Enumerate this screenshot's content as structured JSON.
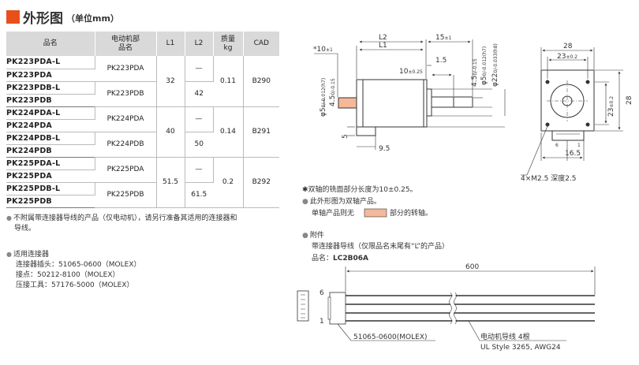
{
  "header": {
    "title": "外形图",
    "subtitle": "（单位mm）"
  },
  "table": {
    "headers": [
      "品名",
      "电动机部品名",
      "L1",
      "L2",
      "质量kg",
      "CAD"
    ],
    "header_lines": {
      "motor_part_1": "电动机部",
      "motor_part_2": "品名",
      "mass_1": "质量",
      "mass_2": "kg"
    },
    "rows": [
      {
        "pn": "PK223PDA-L",
        "motor": "PK223PDA",
        "l1": "32",
        "l2": "—",
        "mass": "0.11",
        "cad": "B290"
      },
      {
        "pn": "PK223PDA"
      },
      {
        "pn": "PK223PDB-L",
        "motor": "PK223PDB",
        "l2": "42"
      },
      {
        "pn": "PK223PDB"
      },
      {
        "pn": "PK224PDA-L",
        "motor": "PK224PDA",
        "l1": "40",
        "l2": "—",
        "mass": "0.14",
        "cad": "B291"
      },
      {
        "pn": "PK224PDA"
      },
      {
        "pn": "PK224PDB-L",
        "motor": "PK224PDB",
        "l2": "50"
      },
      {
        "pn": "PK224PDB"
      },
      {
        "pn": "PK225PDA-L",
        "motor": "PK225PDA",
        "l1": "51.5",
        "l2": "—",
        "mass": "0.2",
        "cad": "B292"
      },
      {
        "pn": "PK225PDA"
      },
      {
        "pn": "PK225PDB-L",
        "motor": "PK225PDB",
        "l2": "61.5"
      },
      {
        "pn": "PK225PDB"
      }
    ]
  },
  "notes": {
    "note1_line1": "不附属带连接器导线的产品（仅电动机），请另行准备其适用的连接器和",
    "note1_line2": "导线。",
    "connector_title": "适用连接器",
    "connector_housing": "连接器插头：51065-0600（MOLEX）",
    "connector_contact": "接点：50212-8100（MOLEX）",
    "connector_tool": "压接工具：57176-5000（MOLEX）"
  },
  "drawing": {
    "dims": {
      "l2": "L2",
      "l1": "L1",
      "d15": "15",
      "d15_tol": "±1",
      "d10_star": "*10",
      "d10_star_tol": "±1",
      "d1_5": "1.5",
      "d10": "10",
      "d10_tol": "±0.25",
      "d5": "5",
      "d9_5": "9.5",
      "phi5_a": "φ5",
      "phi5_a_tol": "0/-0.012(h7)",
      "d4_5": "4.5",
      "d4_5_tol": "0/-0.15",
      "phi22": "φ22",
      "phi22_tol": "0/-0.033(h8)",
      "d28_top": "28",
      "d23_top": "23",
      "d23_tol": "±0.2",
      "d28_side": "28",
      "d16_5": "16.5",
      "pin6": "6",
      "pin1": "1",
      "screw": "4×M2.5 深度2.5"
    },
    "notes": {
      "star_note": "✱双轴的铣面部分长度为10±0.25。",
      "dual_shaft": "此外形图为双轴产品。",
      "single_shaft_pre": "单轴产品则无",
      "single_shaft_post": "部分的转轴。"
    },
    "accessory": {
      "title": "附件",
      "desc": "带连接器导线（仅限品名末尾有“L”的产品）",
      "model_label": "品名：",
      "model": "LC2B06A",
      "length": "600",
      "pin6": "6",
      "pin1": "1",
      "connector": "51065-0600(MOLEX)",
      "wire_1": "电动机导线  4根",
      "wire_2": "UL Style 3265, AWG24"
    },
    "colors": {
      "accent": "#e8501a",
      "shaft_highlight": "#f5b89a"
    }
  }
}
